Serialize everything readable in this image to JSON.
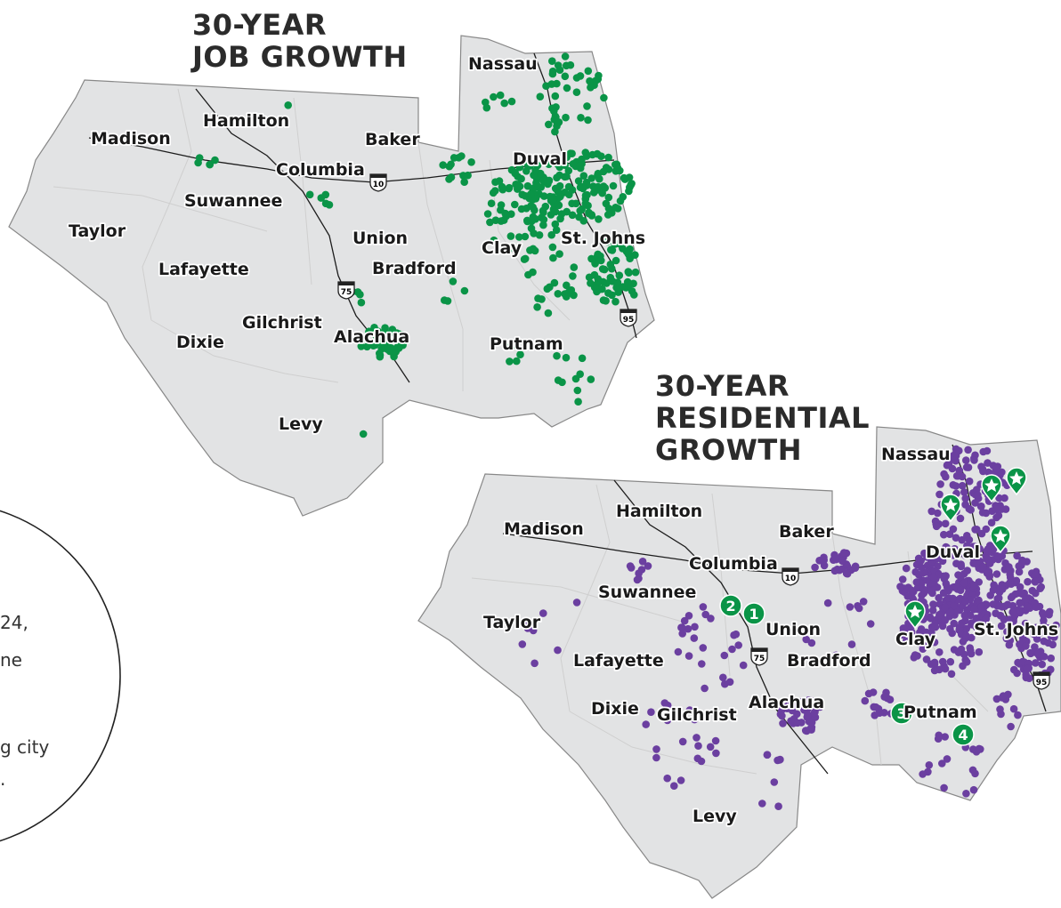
{
  "job_map": {
    "title_lines": [
      "30-YEAR",
      "JOB GROWTH"
    ],
    "counties": [
      "Nassau",
      "Hamilton",
      "Madison",
      "Baker",
      "Columbia",
      "Duval",
      "Suwannee",
      "Taylor",
      "Union",
      "Clay",
      "St. Johns",
      "Lafayette",
      "Bradford",
      "Gilchrist",
      "Alachua",
      "Dixie",
      "Putnam",
      "Levy"
    ],
    "interstate_shields": [
      "10",
      "75",
      "95"
    ],
    "dot_color": "#0a9447"
  },
  "residential_map": {
    "title_lines": [
      "30-YEAR",
      "RESIDENTIAL",
      "GROWTH"
    ],
    "counties": [
      "Nassau",
      "Hamilton",
      "Madison",
      "Baker",
      "Columbia",
      "Duval",
      "Suwannee",
      "Taylor",
      "Union",
      "Clay",
      "St. Johns",
      "Lafayette",
      "Bradford",
      "Gilchrist",
      "Alachua",
      "Dixie",
      "Putnam",
      "Levy"
    ],
    "interstate_shields": [
      "10",
      "75",
      "95"
    ],
    "dot_color": "#6b3fa0",
    "numbered_markers": [
      "1",
      "2",
      "3",
      "4"
    ],
    "star_marker_color": "#0a9447"
  },
  "side_circle": {
    "text_fragments": [
      "24,",
      "ne",
      "g city",
      "."
    ]
  }
}
